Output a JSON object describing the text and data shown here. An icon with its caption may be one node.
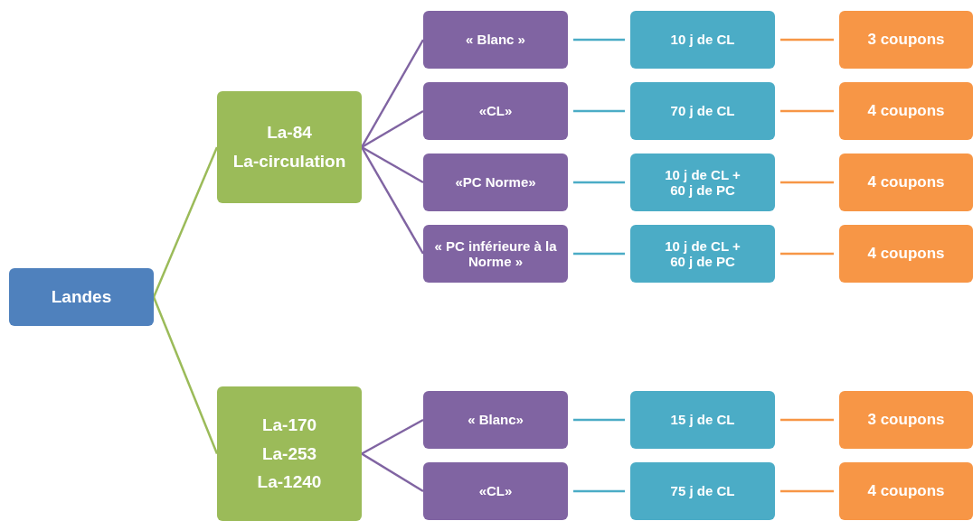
{
  "diagram": {
    "nodes": [
      {
        "text": [
          "Landes"
        ]
      },
      {
        "text": [
          "La-84",
          "La-circulation"
        ]
      },
      {
        "text": [
          "« Blanc »"
        ]
      },
      {
        "text": [
          "10 j de CL"
        ]
      },
      {
        "text": [
          "3 coupons"
        ]
      },
      {
        "text": [
          "«CL»"
        ]
      },
      {
        "text": [
          "70 j de CL"
        ]
      },
      {
        "text": [
          "4 coupons"
        ]
      },
      {
        "text": [
          "«PC Norme»"
        ]
      },
      {
        "text": [
          "10 j de CL + 60 j de PC"
        ]
      },
      {
        "text": [
          "4 coupons"
        ]
      },
      {
        "text": [
          "« PC inférieure à la Norme »"
        ]
      },
      {
        "text": [
          "10 j de CL + 60 j de PC"
        ]
      },
      {
        "text": [
          "4 coupons"
        ]
      },
      {
        "text": [
          "La-170",
          "La-253",
          "La-1240"
        ]
      },
      {
        "text": [
          "« Blanc»"
        ]
      },
      {
        "text": [
          "15 j de CL"
        ]
      },
      {
        "text": [
          "3 coupons"
        ]
      },
      {
        "text": [
          "«CL»"
        ]
      },
      {
        "text": [
          "75 j de CL"
        ]
      },
      {
        "text": [
          "4 coupons"
        ]
      }
    ],
    "edges": [
      {
        "from": 0,
        "to": 1,
        "arrow": "none",
        "color": "#9bbb59"
      },
      {
        "from": 0,
        "to": 14,
        "arrow": "none",
        "color": "#9bbb59"
      },
      {
        "from": 1,
        "to": 2,
        "arrow": "none",
        "color": "#8064a2"
      },
      {
        "from": 1,
        "to": 5,
        "arrow": "none",
        "color": "#8064a2"
      },
      {
        "from": 1,
        "to": 8,
        "arrow": "none",
        "color": "#8064a2"
      },
      {
        "from": 1,
        "to": 11,
        "arrow": "none",
        "color": "#8064a2"
      },
      {
        "from": 14,
        "to": 15,
        "arrow": "none",
        "color": "#8064a2"
      },
      {
        "from": 14,
        "to": 18,
        "arrow": "none",
        "color": "#8064a2"
      },
      {
        "from": 2,
        "to": 3,
        "arrow": "none",
        "color": "#4bacc6"
      },
      {
        "from": 5,
        "to": 6,
        "arrow": "none",
        "color": "#4bacc6"
      },
      {
        "from": 8,
        "to": 9,
        "arrow": "none",
        "color": "#4bacc6"
      },
      {
        "from": 11,
        "to": 12,
        "arrow": "none",
        "color": "#4bacc6"
      },
      {
        "from": 15,
        "to": 16,
        "arrow": "none",
        "color": "#4bacc6"
      },
      {
        "from": 18,
        "to": 19,
        "arrow": "none",
        "color": "#4bacc6"
      },
      {
        "from": 3,
        "to": 4,
        "arrow": "none",
        "color": "#f79646"
      },
      {
        "from": 6,
        "to": 7,
        "arrow": "none",
        "color": "#f79646"
      },
      {
        "from": 9,
        "to": 10,
        "arrow": "none",
        "color": "#f79646"
      },
      {
        "from": 12,
        "to": 13,
        "arrow": "none",
        "color": "#f79646"
      },
      {
        "from": 16,
        "to": 17,
        "arrow": "none",
        "color": "#f79646"
      },
      {
        "from": 19,
        "to": 20,
        "arrow": "none",
        "color": "#f79646"
      }
    ]
  }
}
